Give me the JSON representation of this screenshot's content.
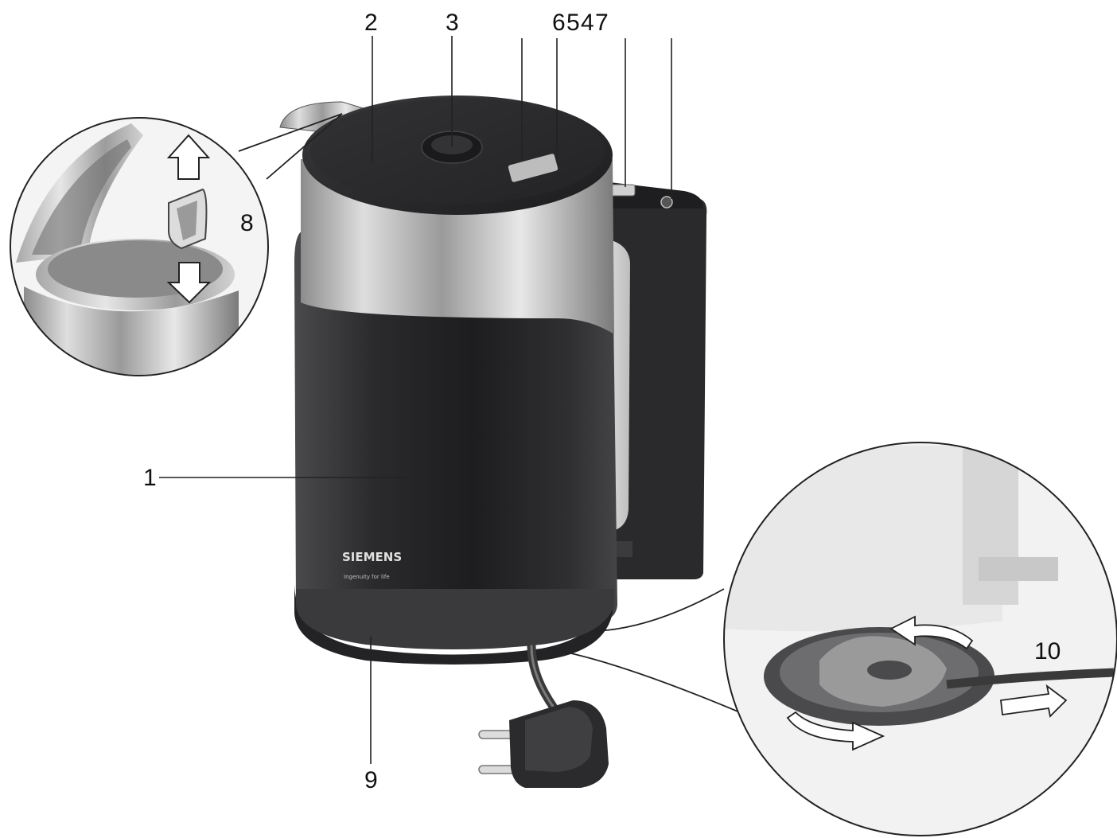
{
  "callouts": {
    "c1": "1",
    "c2": "2",
    "c3": "3",
    "c6": "6",
    "c5": "5",
    "c4": "4",
    "c7": "7",
    "c8": "8",
    "c9": "9",
    "c10": "10"
  },
  "brand": {
    "logo_text": "SIEMENS",
    "tagline": "Ingenuity for life"
  },
  "colors": {
    "body_dark": "#2f2f31",
    "steel": "#b9b9b9",
    "handle_inner": "#e2e2e2",
    "base": "#3a3a3c"
  },
  "icons": [
    "arrow-up-icon",
    "arrow-down-icon",
    "rotate-arrow-icon",
    "pull-arrow-icon"
  ]
}
